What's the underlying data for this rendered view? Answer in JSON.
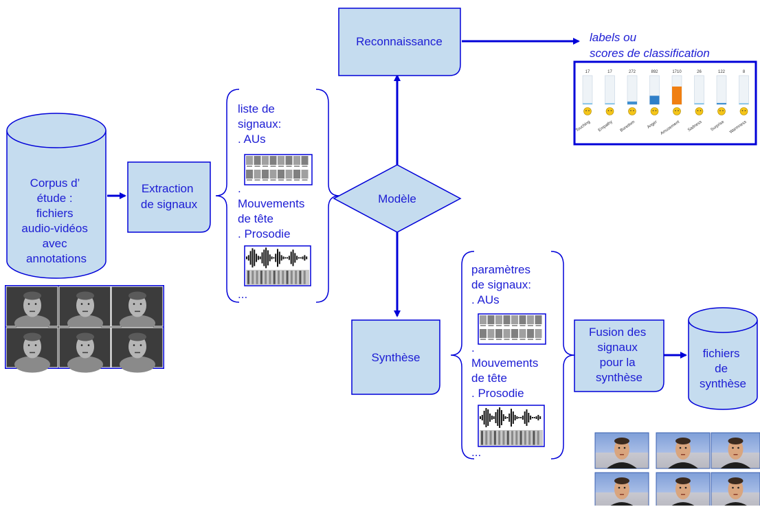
{
  "nodes": {
    "corpus": {
      "lines": [
        "Corpus d’",
        "étude :",
        "fichiers",
        "audio-vidéos",
        "avec",
        "annotations"
      ]
    },
    "extraction": {
      "lines": [
        "Extraction",
        "de signaux"
      ]
    },
    "list_extraction": {
      "line1": "liste de",
      "line2": "signaux:",
      "line3": ". AUs",
      "line4": ".",
      "line5": "Mouvements",
      "line6": "de tête",
      "line7": ". Prosodie",
      "line8": "..."
    },
    "model": {
      "label": "Modèle"
    },
    "recognition": {
      "label": "Reconnaissance"
    },
    "output_labels": {
      "line1": "labels ou",
      "line2": "scores de classification"
    },
    "synthesis": {
      "label": "Synthèse"
    },
    "params_synthesis": {
      "line1": "paramètres",
      "line2": "de signaux:",
      "line3": ". AUs",
      "line4": ".",
      "line5": "Mouvements",
      "line6": "de tête",
      "line7": ". Prosodie",
      "line8": "..."
    },
    "fusion": {
      "lines": [
        "Fusion des",
        "signaux",
        "pour la",
        "synthèse"
      ]
    },
    "synth_files": {
      "lines": [
        "fichiers",
        "de",
        "synthèse"
      ]
    }
  },
  "emotion_chart": {
    "bars": [
      {
        "count": "17",
        "label": "Touching",
        "fill": 0.02,
        "color": "#8ec8ea"
      },
      {
        "count": "17",
        "label": "Empathy",
        "fill": 0.02,
        "color": "#8ec8ea"
      },
      {
        "count": "272",
        "label": "Boredom",
        "fill": 0.1,
        "color": "#3f8fd0"
      },
      {
        "count": "892",
        "label": "Anger",
        "fill": 0.3,
        "color": "#2f7fc8"
      },
      {
        "count": "1710",
        "label": "Amusement",
        "fill": 0.62,
        "color": "#f07f12"
      },
      {
        "count": "26",
        "label": "Sadness",
        "fill": 0.02,
        "color": "#8ec8ea"
      },
      {
        "count": "122",
        "label": "Surprise",
        "fill": 0.05,
        "color": "#3f8fd0"
      },
      {
        "count": "8",
        "label": "Warmness",
        "fill": 0.02,
        "color": "#8ec8ea"
      }
    ]
  },
  "colors": {
    "node_fill": "#c5dcef",
    "edge": "#0000d8",
    "text": "#1c1cd4"
  }
}
